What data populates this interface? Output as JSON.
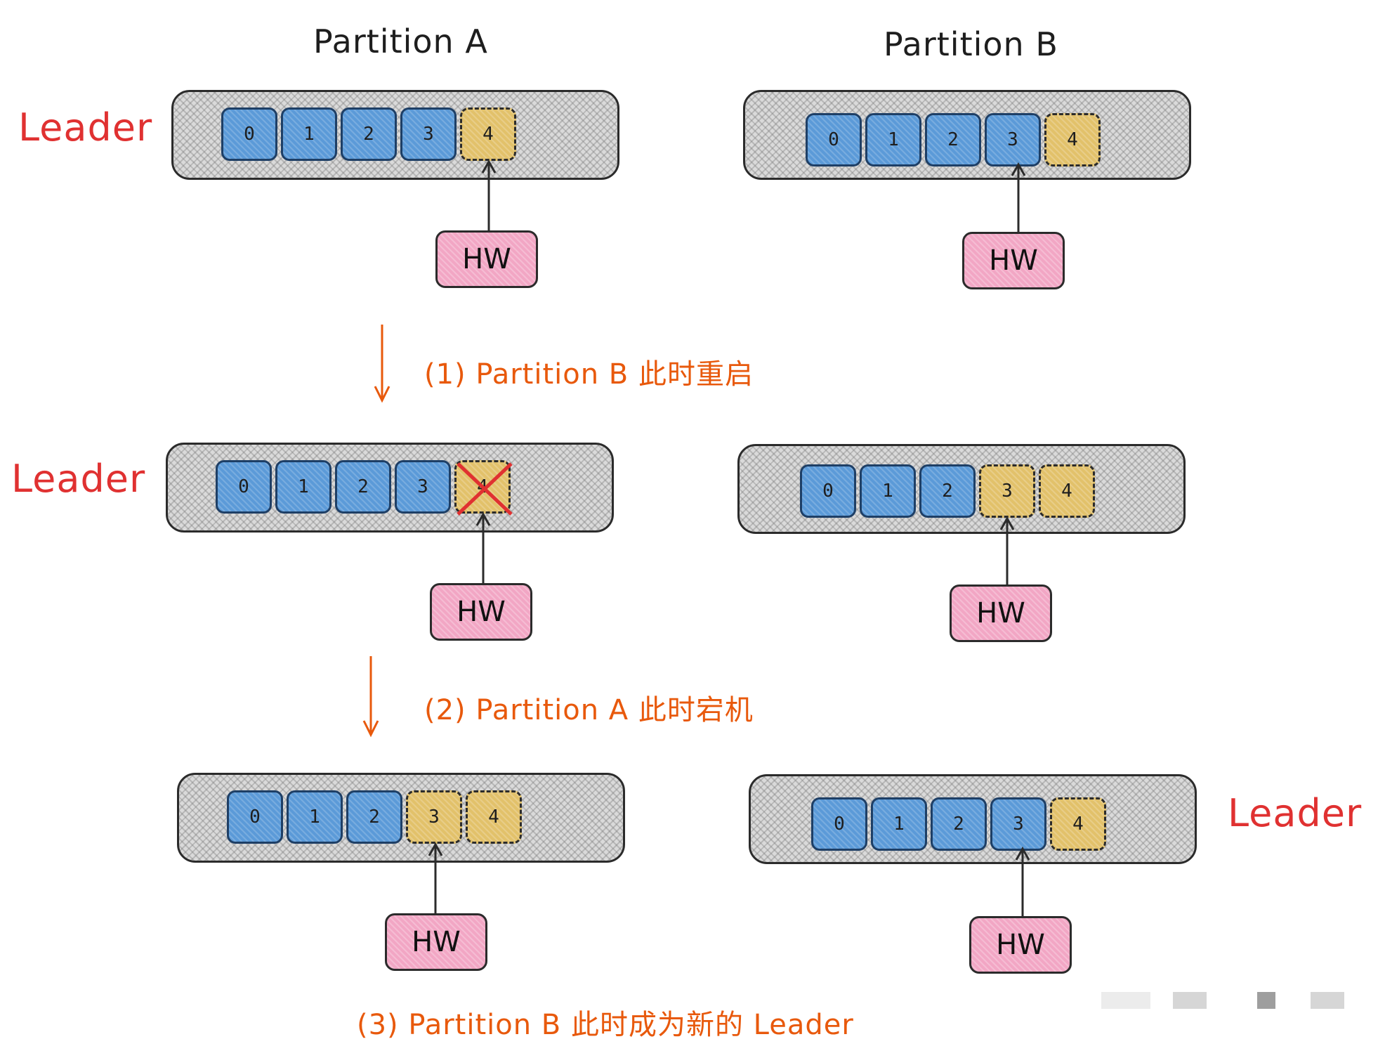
{
  "titles": {
    "partition_a": "Partition A",
    "partition_b": "Partition B"
  },
  "leader_label": "Leader",
  "hw_label": "HW",
  "stages": [
    {
      "leader": "a",
      "a": {
        "cells": [
          {
            "label": "0",
            "state": "committed"
          },
          {
            "label": "1",
            "state": "committed"
          },
          {
            "label": "2",
            "state": "committed"
          },
          {
            "label": "3",
            "state": "committed"
          },
          {
            "label": "4",
            "state": "uncommitted"
          }
        ],
        "hw_index": 4
      },
      "b": {
        "cells": [
          {
            "label": "0",
            "state": "committed"
          },
          {
            "label": "1",
            "state": "committed"
          },
          {
            "label": "2",
            "state": "committed"
          },
          {
            "label": "3",
            "state": "committed"
          },
          {
            "label": "4",
            "state": "uncommitted"
          }
        ],
        "hw_index": 3
      }
    },
    {
      "leader": "a",
      "a": {
        "cells": [
          {
            "label": "0",
            "state": "committed"
          },
          {
            "label": "1",
            "state": "committed"
          },
          {
            "label": "2",
            "state": "committed"
          },
          {
            "label": "3",
            "state": "committed"
          },
          {
            "label": "4",
            "state": "uncommitted",
            "crossed": true
          }
        ],
        "hw_index": 4
      },
      "b": {
        "cells": [
          {
            "label": "0",
            "state": "committed"
          },
          {
            "label": "1",
            "state": "committed"
          },
          {
            "label": "2",
            "state": "committed"
          },
          {
            "label": "3",
            "state": "uncommitted"
          },
          {
            "label": "4",
            "state": "uncommitted"
          }
        ],
        "hw_index": 3
      }
    },
    {
      "leader": "b",
      "a": {
        "cells": [
          {
            "label": "0",
            "state": "committed"
          },
          {
            "label": "1",
            "state": "committed"
          },
          {
            "label": "2",
            "state": "committed"
          },
          {
            "label": "3",
            "state": "uncommitted"
          },
          {
            "label": "4",
            "state": "uncommitted"
          }
        ],
        "hw_index": 3
      },
      "b": {
        "cells": [
          {
            "label": "0",
            "state": "committed"
          },
          {
            "label": "1",
            "state": "committed"
          },
          {
            "label": "2",
            "state": "committed"
          },
          {
            "label": "3",
            "state": "committed"
          },
          {
            "label": "4",
            "state": "uncommitted"
          }
        ],
        "hw_index": 3
      }
    }
  ],
  "steps": [
    "(1) Partition B 此时重启",
    "(2) Partition A 此时宕机",
    "(3) Partition B 此时成为新的 Leader"
  ],
  "colors": {
    "committed": "#5b9ad8",
    "uncommitted": "#e2c16a",
    "hw": "#f2a6c4",
    "leader": "#e03131",
    "step": "#e8590c",
    "cross": "#e03131"
  }
}
